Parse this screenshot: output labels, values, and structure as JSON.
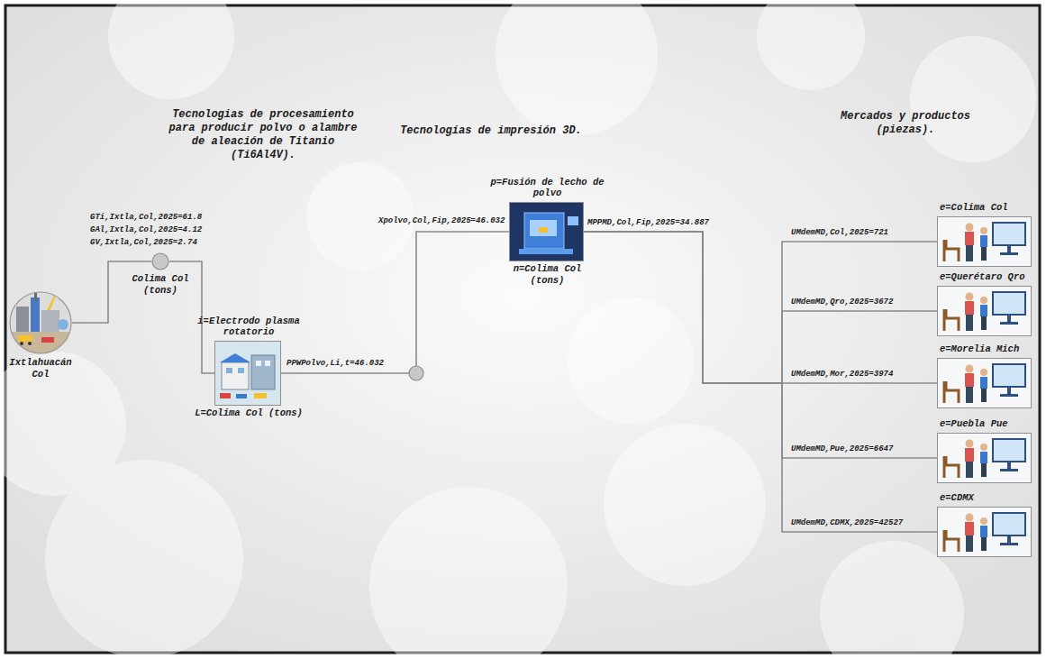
{
  "diagram": {
    "nodes": [
      {
        "text": [
          "Ixtlahuacán Col"
        ]
      },
      {
        "text": [
          "Colima Col (tons)"
        ]
      },
      {
        "text": [
          "i=Electrodo plasma rotatorio",
          "L=Colima Col (tons)"
        ]
      },
      {
        "text": [
          "p=Fusión de lecho de polvo",
          "n=Colima Col (tons)"
        ]
      },
      {
        "text": [
          "e=Colima Col"
        ]
      },
      {
        "text": [
          "e=Querétaro Qro"
        ]
      },
      {
        "text": [
          "e=Morelia Mich"
        ]
      },
      {
        "text": [
          "e=Puebla Pue"
        ]
      },
      {
        "text": [
          "e=CDMX"
        ]
      }
    ],
    "edges": [
      {
        "from": 0,
        "to": 1,
        "arrow": "none"
      },
      {
        "from": 1,
        "to": 2,
        "arrow": "none"
      },
      {
        "from": 2,
        "to": 3,
        "arrow": "none"
      },
      {
        "from": 3,
        "to": 4,
        "label": "UMdemMD,Col,2025=721",
        "arrow": "none"
      },
      {
        "from": 3,
        "to": 5,
        "label": "UMdemMD,Qro,2025=3672",
        "arrow": "none"
      },
      {
        "from": 3,
        "to": 6,
        "label": "UMdemMD,Mor,2025=3974",
        "arrow": "none"
      },
      {
        "from": 3,
        "to": 7,
        "label": "UMdemMD,Pue,2025=6647",
        "arrow": "none"
      },
      {
        "from": 3,
        "to": 8,
        "label": "UMdemMD,CDMX,2025=42527",
        "arrow": "none"
      }
    ],
    "labels": [
      "Tecnologias de procesamiento para producir polvo o alambre de aleación de Titanio (Ti6Al4V).",
      "Tecnologías de impresión 3D.",
      "Mercados y productos (piezas).",
      "GTi,Ixtla,Col,2025=61.8",
      "GAl,Ixtla,Col,2025=4.12",
      "GV,Ixtla,Col,2025=2.74",
      "PPWPolvo,Li,t=46.032",
      "Xpolvo,Col,Fip,2025=46.032",
      "MPPMD,Col,Fip,2025=34.887"
    ]
  }
}
